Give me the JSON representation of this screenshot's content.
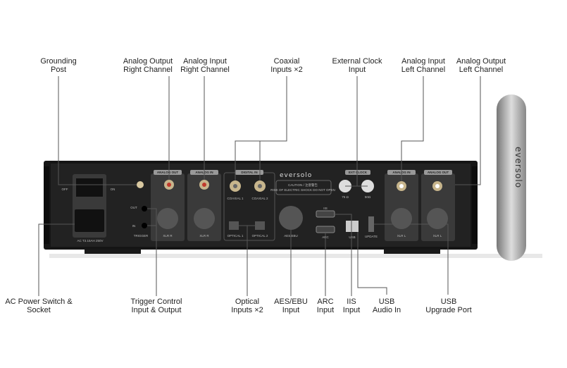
{
  "brand": "eversolo",
  "callouts_top": [
    {
      "line1": "Grounding",
      "line2": "Post"
    },
    {
      "line1": "Analog Output",
      "line2": "Right Channel"
    },
    {
      "line1": "Analog Input",
      "line2": "Right Channel"
    },
    {
      "line1": "Coaxial",
      "line2": "Inputs ×2"
    },
    {
      "line1": "External Clock",
      "line2": "Input"
    },
    {
      "line1": "Analog Input",
      "line2": "Left Channel"
    },
    {
      "line1": "Analog Output",
      "line2": "Left Channel"
    }
  ],
  "callouts_bottom": [
    {
      "line1": "AC Power Switch &",
      "line2": "Socket"
    },
    {
      "line1": "Trigger Control",
      "line2": "Input & Output"
    },
    {
      "line1": "Optical",
      "line2": "Inputs ×2"
    },
    {
      "line1": "AES/EBU",
      "line2": "Input"
    },
    {
      "line1": "ARC",
      "line2": "Input"
    },
    {
      "line1": "IIS",
      "line2": "Input"
    },
    {
      "line1": "USB",
      "line2": "Audio In"
    },
    {
      "line1": "USB",
      "line2": "Upgrade Port"
    }
  ],
  "panel": {
    "analog_out": "ANALOG OUT",
    "analog_in": "ANALOG IN",
    "digital_in": "DIGITAL IN",
    "ext_clock": "EXT CLOCK",
    "off": "OFF",
    "on": "ON",
    "ac": "AC  T3.15AH 250V",
    "trigger": "TRIGGER",
    "out": "OUT",
    "in": "IN",
    "r": "R",
    "l": "L",
    "xlr_r": "XLR R",
    "xlr_l": "XLR L",
    "coaxial1": "COAXIAL 1",
    "coaxial2": "COAXIAL 2",
    "optical1": "OPTICAL 1",
    "optical2": "OPTICAL 2",
    "aesebu": "AES/EBU",
    "iis": "IIS",
    "arc": "ARC",
    "usb": "USB",
    "update": "UPDATE",
    "ohm75": "75 Ω",
    "ohm50": "50Ω",
    "caution": "CAUTION / 注意警告",
    "caution_sub": "RISK OF ELECTRIC SHOCK DO NOT OPEN"
  }
}
